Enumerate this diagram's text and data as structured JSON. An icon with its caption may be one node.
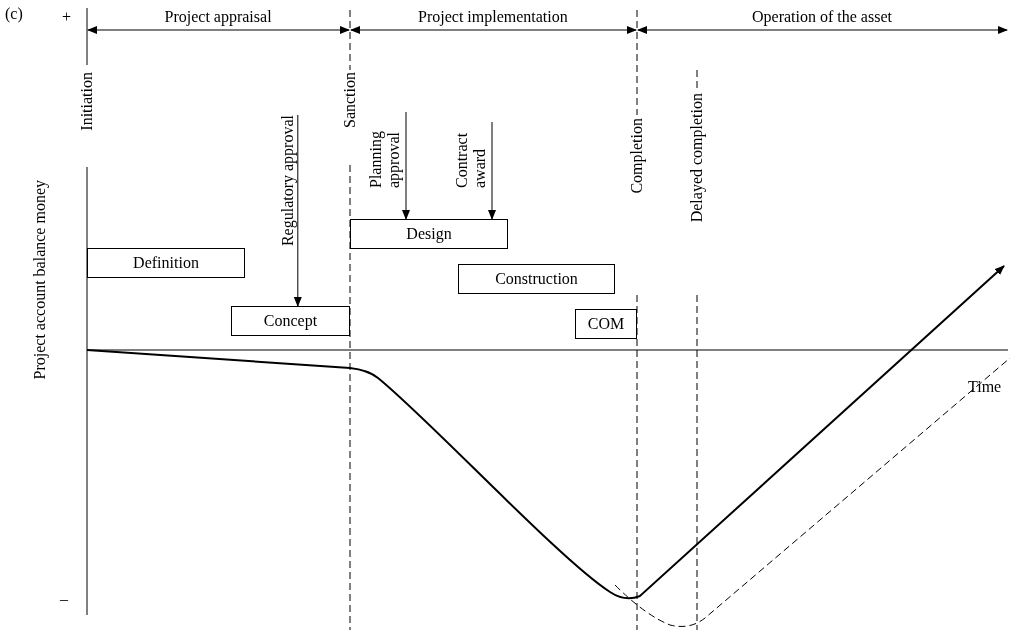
{
  "diagram": {
    "nodes": [
      {
        "text": [
          "Definition"
        ]
      },
      {
        "text": [
          "Regulatory approval"
        ]
      },
      {
        "text": [
          "Concept"
        ]
      },
      {
        "text": [
          "Planning approval"
        ]
      },
      {
        "text": [
          "Contract award"
        ]
      },
      {
        "text": [
          "Design"
        ]
      },
      {
        "text": [
          "Construction"
        ]
      },
      {
        "text": [
          "COM"
        ]
      }
    ],
    "edges": [
      {
        "from": 1,
        "to": 2,
        "arrow": "to"
      },
      {
        "from": 3,
        "to": 5,
        "arrow": "to"
      },
      {
        "from": 4,
        "to": 5,
        "arrow": "to"
      }
    ],
    "labels": [
      "(c)",
      "+",
      "Project appraisal",
      "Project implementation",
      "Operation of the asset",
      "Initiation",
      "Sanction",
      "Completion",
      "Delayed completion",
      "Project account balance money",
      "Time",
      "–"
    ]
  }
}
